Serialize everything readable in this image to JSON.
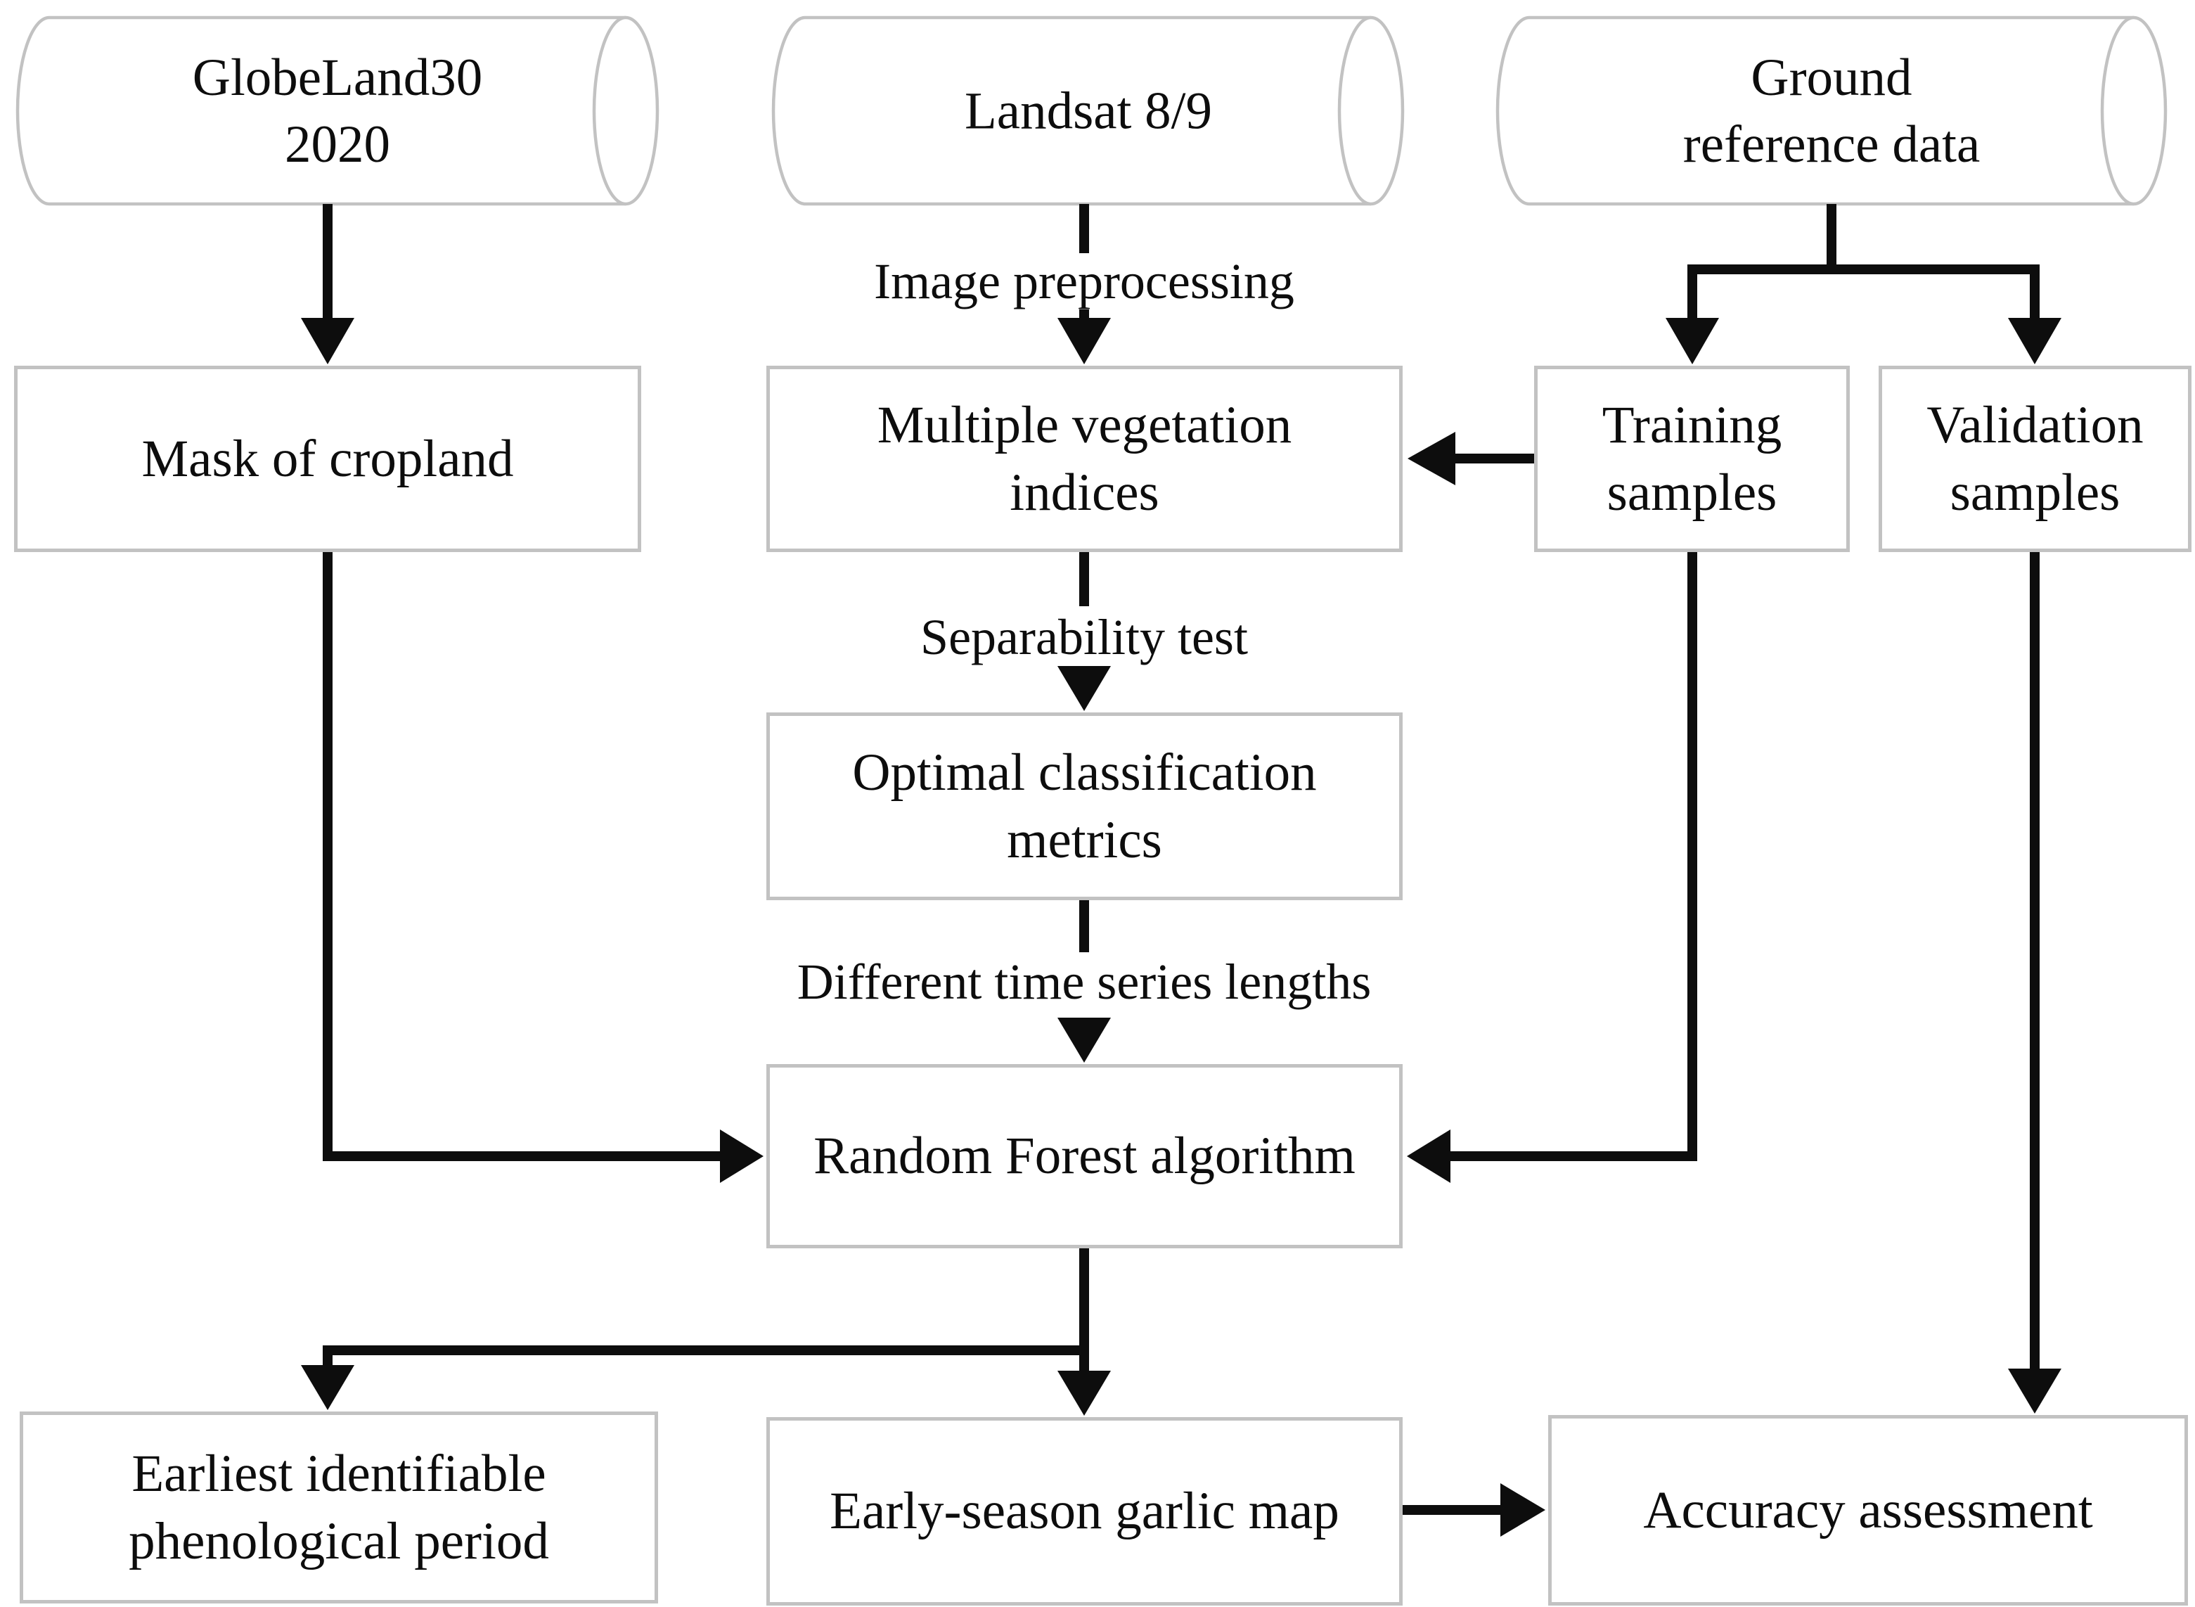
{
  "diagram": {
    "title": "Early-season garlic mapping workflow flowchart",
    "colors": {
      "ink": "#0d0d0d",
      "border": "#c2c2c2",
      "background": "#ffffff"
    },
    "nodes": {
      "globeland": {
        "label": "GlobeLand30\n2020",
        "shape": "cylinder"
      },
      "landsat": {
        "label": "Landsat 8/9",
        "shape": "cylinder"
      },
      "ground": {
        "label": "Ground reference data",
        "shape": "cylinder"
      },
      "mask": {
        "label": "Mask of cropland",
        "shape": "box"
      },
      "mvi": {
        "label": "Multiple vegetation\nindices",
        "shape": "box"
      },
      "training": {
        "label": "Training\nsamples",
        "shape": "box"
      },
      "validation": {
        "label": "Validation\nsamples",
        "shape": "box"
      },
      "optimal": {
        "label": "Optimal classification\nmetrics",
        "shape": "box"
      },
      "rf": {
        "label": "Random Forest algorithm",
        "shape": "box"
      },
      "earliest": {
        "label": "Earliest identifiable\nphenological period",
        "shape": "box"
      },
      "garlic": {
        "label": "Early-season garlic map",
        "shape": "box"
      },
      "accuracy": {
        "label": "Accuracy assessment",
        "shape": "box"
      }
    },
    "edge_labels": {
      "image_preprocessing": "Image preprocessing",
      "separability_test": "Separability test",
      "time_series": "Different time series lengths"
    }
  }
}
